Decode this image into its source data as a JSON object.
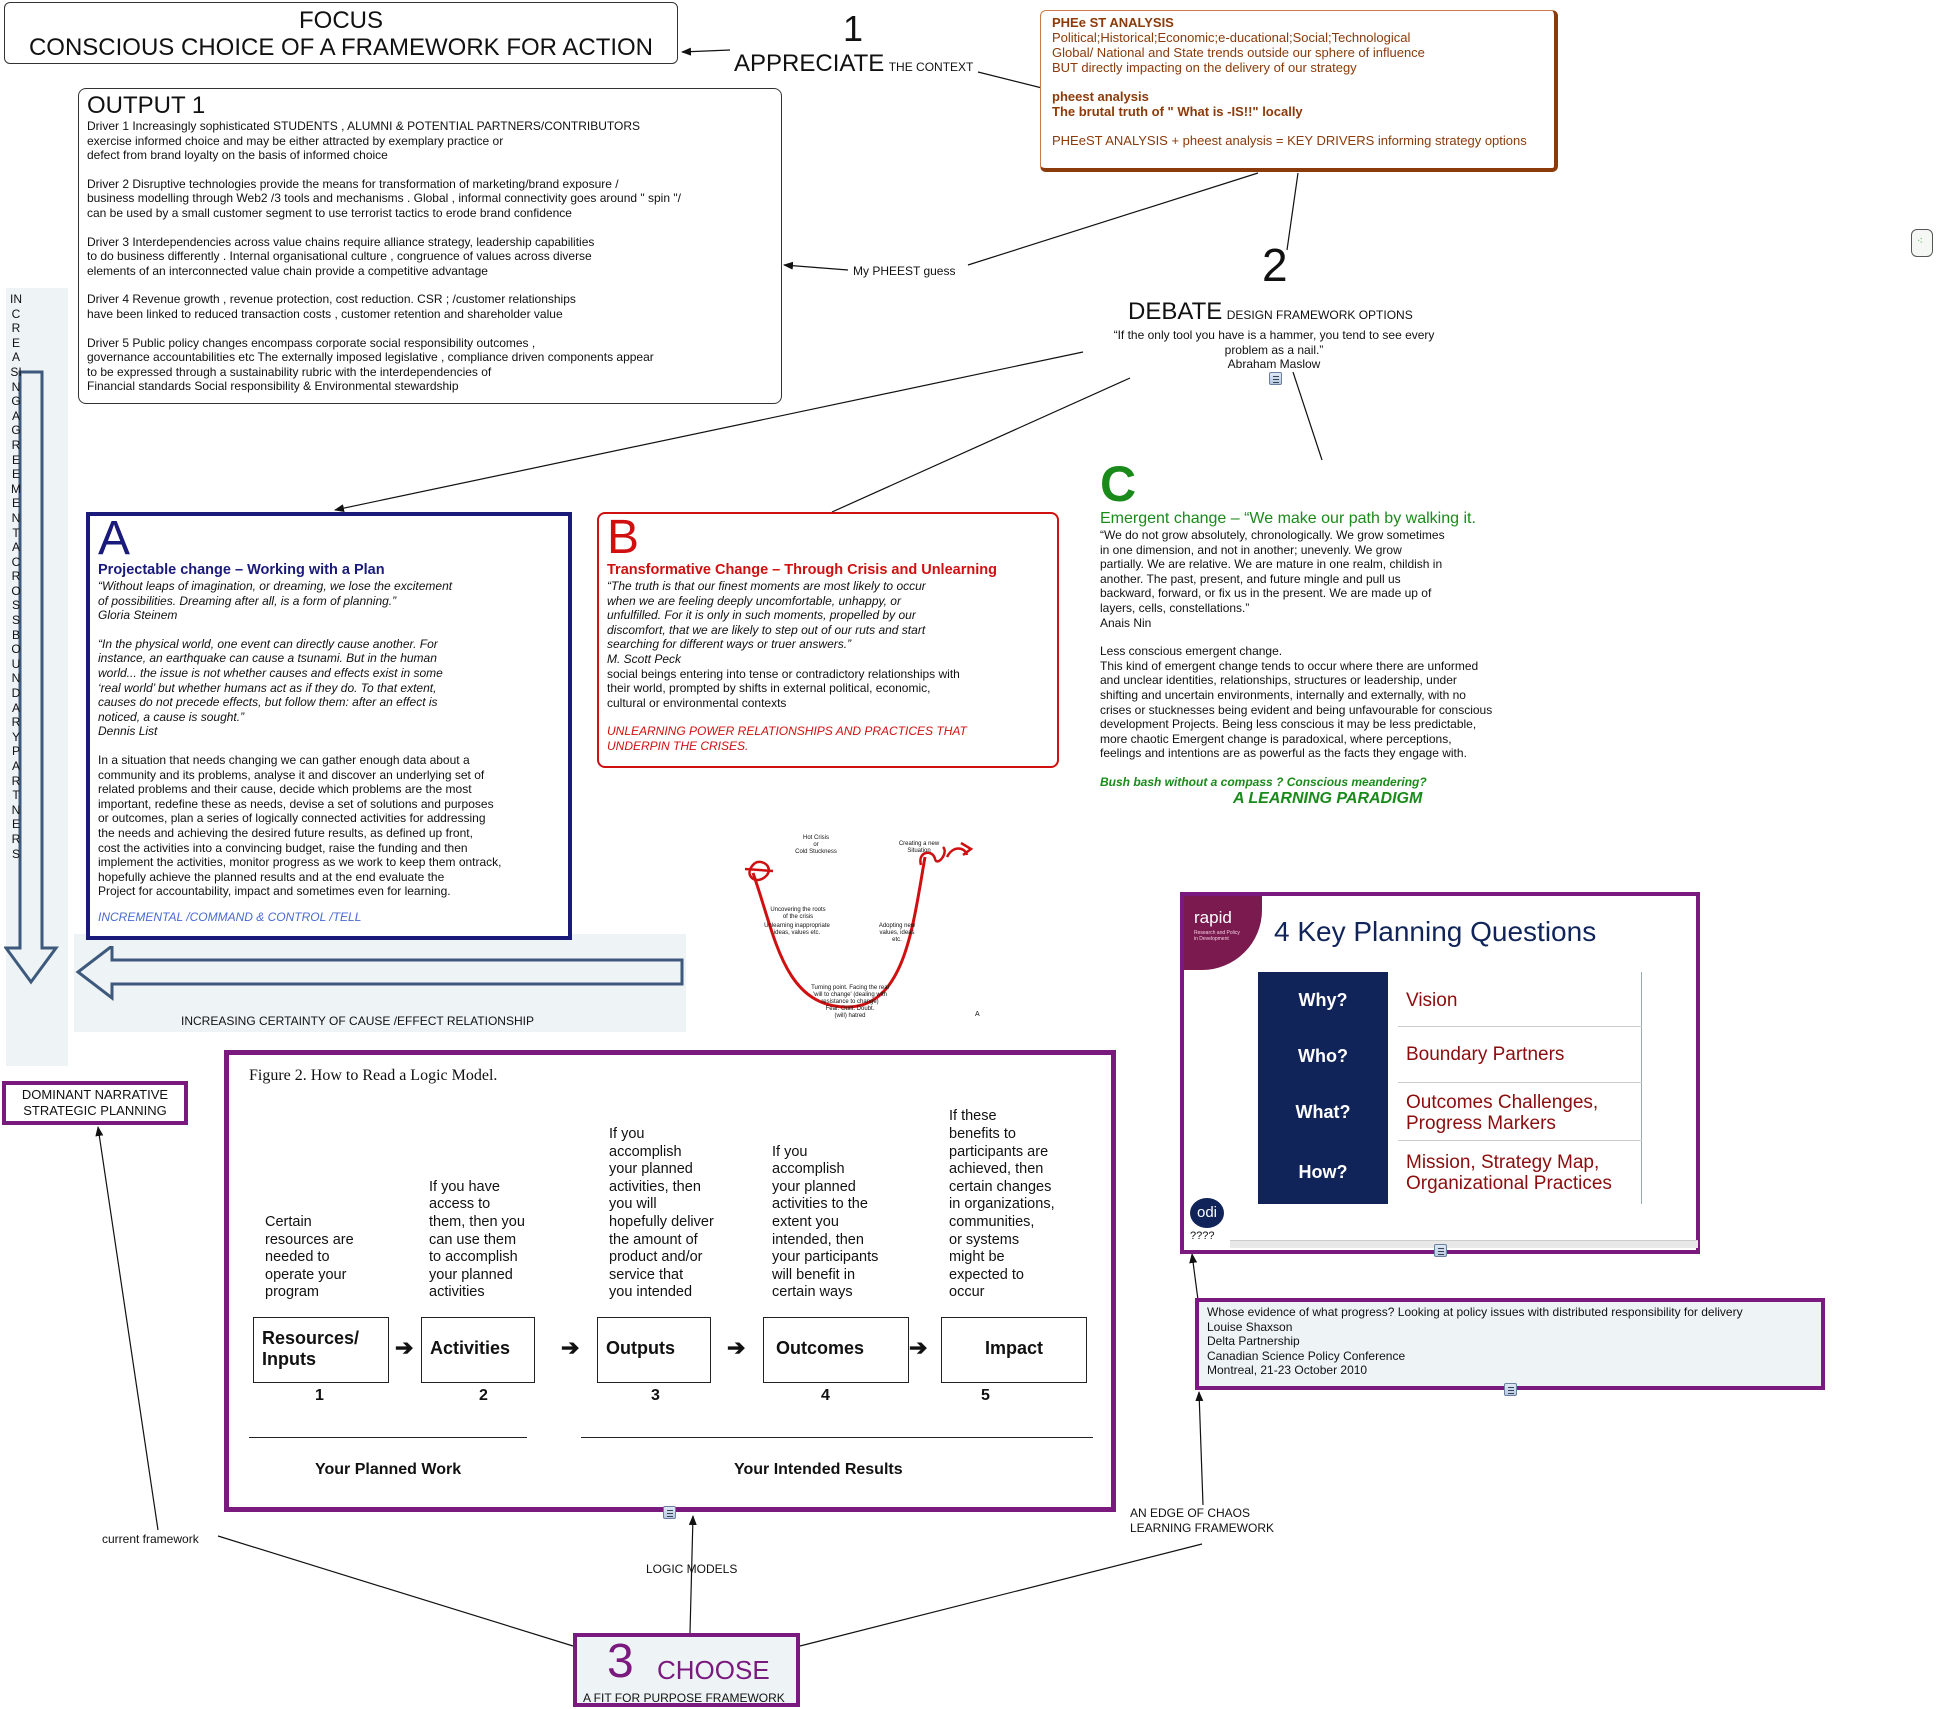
{
  "focus": {
    "title": "FOCUS",
    "subtitle": "CONSCIOUS CHOICE OF A FRAMEWORK FOR ACTION"
  },
  "appreciate": {
    "number": "1",
    "label": "APPRECIATE",
    "sublabel": "THE CONTEXT"
  },
  "pheest": {
    "title": "PHEe ST ANALYSIS",
    "body": "Political;Historical;Economic;e-ducational;Social;Technological\nGlobal/ National and State trends  outside our sphere of influence\nBUT directly impacting on the delivery of our strategy",
    "sub_title": "pheest analysis",
    "sub_body": "The brutal truth of \" What is -IS!!\" locally",
    "equation": "PHEeST ANALYSIS + pheest analysis = KEY DRIVERS  informing strategy options"
  },
  "output": {
    "title": "OUTPUT 1",
    "drivers": [
      "Driver 1     Increasingly sophisticated STUDENTS , ALUMNI & POTENTIAL PARTNERS/CONTRIBUTORS\n exercise informed choice and may be  either attracted by exemplary practice or\ndefect from brand loyalty  on the basis of informed choice",
      "Driver 2     Disruptive technologies provide the means  for transformation of marketing/brand exposure /\n business modelling through Web2 /3 tools and mechanisms . Global , informal connectivity goes around \" spin \"/\n can be used by a small customer segment to use terrorist tactics to erode brand confidence",
      "Driver 3    Interdependencies across value chains require alliance strategy, leadership capabilities\nto do business differently . Internal organisational culture , congruence of values across diverse\nelements of an interconnected value chain provide a competitive advantage",
      "Driver 4    Revenue growth , revenue protection, cost reduction. CSR ; /customer relationships\nhave been linked to reduced transaction costs , customer retention and shareholder value",
      "Driver 5    Public policy changes encompass corporate social responsibility outcomes ,\ngovernance accountabilities etc The externally imposed legislative , compliance driven components appear\nto be  expressed through a sustainability rubric with the interdependencies  of\nFinancial standards Social responsibility & Environmental stewardship"
    ]
  },
  "pheest_guess_label": "My PHEEST guess",
  "debate": {
    "number": "2",
    "label": "DEBATE",
    "sublabel": "DESIGN FRAMEWORK OPTIONS",
    "quote": "“If the only tool you have is a hammer, you tend to see every\nproblem as a nail.”\nAbraham Maslow"
  },
  "vertical_label": "INCREASING AGREEMENT ACROSS BOUNDARY PARTNERS",
  "horizontal_label": "INCREASING CERTAINTY OF CAUSE /EFFECT RELATIONSHIP",
  "option_a": {
    "letter": "A",
    "title": "Projectable change – Working with a Plan",
    "quote1": "“Without leaps of imagination, or dreaming, we lose the excitement\nof possibilities. Dreaming after all, is a form of planning.”\nGloria Steinem",
    "quote2": "“In the physical world, one event can directly cause another. For\ninstance, an earthquake can cause a tsunami. But in the human\nworld... the issue is not whether causes and effects exist in some\n‘real world’ but whether humans act as if they do. To that extent,\ncauses do not precede effects, but follow them: after an effect is\nnoticed, a cause is sought.”\nDennis List",
    "body": "In a situation that needs changing we can gather enough data about a\ncommunity and its problems, analyse it and discover an underlying set of\nrelated problems and their cause, decide which problems are the most\nimportant, redefine these as needs, devise a set of solutions and purposes\nor outcomes, plan a series of logically connected activities for addressing\nthe needs and achieving the desired future results, as defined up front,\ncost the activities into a convincing budget, raise the funding and then\nimplement the activities, monitor progress as we work to keep them ontrack,\nhopefully achieve the planned results and at the end evaluate the\nProject for accountability, impact and sometimes even for learning.",
    "footer": "INCREMENTAL /COMMAND & CONTROL /TELL"
  },
  "option_b": {
    "letter": "B",
    "title": "Transformative Change – Through Crisis and Unlearning",
    "quote": "“The truth is that our finest moments are most likely to occur\nwhen we are feeling deeply uncomfortable, unhappy, or\nunfulfilled. For it is only in such moments, propelled by our\ndiscomfort, that we are likely to step out of our ruts and start\nsearching for different ways or truer answers.”\nM. Scott Peck",
    "body": "social beings entering into tense or contradictory relationships with\n their world, prompted by shifts in external political, economic,\n cultural or environmental contexts",
    "footer": "UNLEARNING POWER RELATIONSHIPS AND PRACTICES THAT\nUNDERPIN THE CRISES."
  },
  "option_c": {
    "letter": "C",
    "title": "Emergent change – “We make our path by walking it.",
    "quote": "“We do not grow absolutely, chronologically. We grow sometimes\nin one dimension, and not in another; unevenly. We grow\npartially. We are relative. We are mature in one realm, childish in\nanother. The past, present, and future mingle and pull us\nbackward, forward, or fix us in the present. We are made up of\nlayers, cells, constellations.”\nAnais Nin",
    "body": "Less conscious emergent change.\nThis kind of emergent change tends to occur where there are unformed\nand unclear identities, relationships, structures or leadership, under\nshifting and uncertain environments, internally and externally, with no\ncrises or stucknesses being evident and being unfavourable for conscious\ndevelopment Projects. Being less conscious it may be less predictable,\nmore chaotic Emergent change is paradoxical, where perceptions,\nfeelings and intentions are as powerful as the facts they engage with.",
    "tagline": "Bush bash without a compass ? Conscious meandering?",
    "paradigm": "A LEARNING PARADIGM"
  },
  "u_curve": {
    "labels": [
      "Hot Crisis\nor\nCold Stuckness",
      "Uncovering the roots\nof the crisis",
      "Unlearning inappropriate\nideas, values etc.",
      "Turning point. Facing the real\n'will to change' (dealing with\nresistance to change)\nFear. Guilt. Doubt.\n(will) hatred",
      "Adopting new\nvalues, ideas\netc.",
      "Creating a new\nSituation"
    ],
    "corner": "A"
  },
  "dominant": {
    "line1": "DOMINANT NARRATIVE",
    "line2": "STRATEGIC PLANNING"
  },
  "logic_model": {
    "caption": "Figure 2. How to Read a Logic Model.",
    "columns": [
      {
        "text": "Certain\nresources are\nneeded to\noperate your\nprogram",
        "box": "Resources/\nInputs",
        "num": "1"
      },
      {
        "text": "If you have\naccess to\nthem, then you\ncan use them\nto accomplish\nyour planned\nactivities",
        "box": "Activities",
        "num": "2"
      },
      {
        "text": "If you\naccomplish\nyour planned\nactivities, then\nyou will\nhopefully deliver\nthe amount of\nproduct and/or\nservice that\nyou intended",
        "box": "Outputs",
        "num": "3"
      },
      {
        "text": "If you\naccomplish\nyour planned\nactivities to the\nextent you\nintended, then\nyour participants\nwill benefit in\ncertain ways",
        "box": "Outcomes",
        "num": "4"
      },
      {
        "text": "If these\nbenefits to\nparticipants are\nachieved, then\ncertain changes\nin organizations,\ncommunities,\nor systems\nmight be\nexpected to\noccur",
        "box": "Impact",
        "num": "5"
      }
    ],
    "planned_work": "Your Planned Work",
    "intended_results": "Your Intended Results"
  },
  "planning": {
    "brand": "rapid",
    "brand_sub": "Research and Policy\nin Development",
    "title": "4 Key Planning Questions",
    "rows": [
      {
        "q": "Why?",
        "a": "Vision"
      },
      {
        "q": "Who?",
        "a": "Boundary Partners"
      },
      {
        "q": "What?",
        "a": "Outcomes Challenges,\nProgress Markers"
      },
      {
        "q": "How?",
        "a": "Mission, Strategy Map,\nOrganizational Practices"
      }
    ],
    "odi": "odi",
    "footer": "????"
  },
  "evidence": {
    "text": "Whose evidence of what progress? Looking at policy issues with distributed responsibility for delivery\nLouise Shaxson\nDelta Partnership\nCanadian Science Policy Conference\nMontreal, 21-23 October 2010"
  },
  "edge_label": "AN EDGE OF CHAOS\nLEARNING FRAMEWORK",
  "logic_models_label": "LOGIC MODELS",
  "current_framework_label": "current  framework",
  "choose": {
    "number": "3",
    "label": "CHOOSE",
    "sublabel": "A FIT FOR PURPOSE FRAMEWORK"
  },
  "colors": {
    "brown": "#8b3a0a",
    "navy": "#1a1a7a",
    "red": "#d01010",
    "green": "#1a8a1a",
    "purple": "#7a1a7e",
    "arrow_blue": "#3d5a7c"
  }
}
